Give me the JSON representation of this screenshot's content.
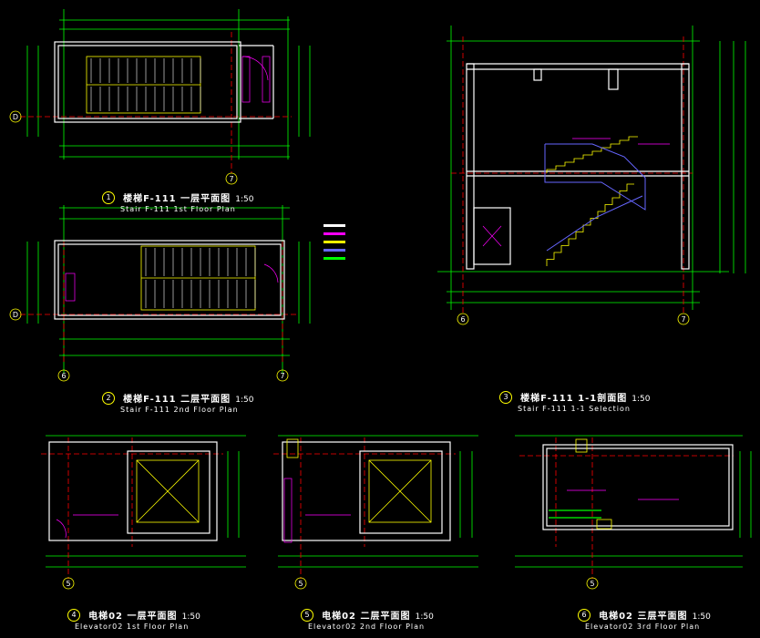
{
  "drawings": [
    {
      "id": "d1",
      "number": "1",
      "title_cn": "楼梯F-111 一层平面图",
      "title_en": "Stair F-111 1st Floor Plan",
      "scale": "1:50"
    },
    {
      "id": "d2",
      "number": "2",
      "title_cn": "楼梯F-111 二层平面图",
      "title_en": "Stair F-111 2nd Floor Plan",
      "scale": "1:50"
    },
    {
      "id": "d3",
      "number": "3",
      "title_cn": "楼梯F-111 1-1剖面图",
      "title_en": "Stair F-111 1-1 Selection",
      "scale": "1:50"
    },
    {
      "id": "d4",
      "number": "4",
      "title_cn": "电梯02 一层平面图",
      "title_en": "Elevator02 1st Floor Plan",
      "scale": "1:50"
    },
    {
      "id": "d5",
      "number": "5",
      "title_cn": "电梯02 二层平面图",
      "title_en": "Elevator02 2nd Floor Plan",
      "scale": "1:50"
    },
    {
      "id": "d6",
      "number": "6",
      "title_cn": "电梯02 三层平面图",
      "title_en": "Elevator02 3rd Floor Plan",
      "scale": "1:50"
    }
  ],
  "grid_labels": {
    "d1_left": "D",
    "d1_bottom": "7",
    "d2_left": "D",
    "d2_bottom_left": "6",
    "d2_bottom_right": "7",
    "d3_left": "6",
    "d3_right": "7",
    "d4": "5",
    "d5": "5",
    "d6": "5"
  },
  "colors": {
    "background": "#000000",
    "dimension": "#00ff00",
    "wall": "#ffffff",
    "axis": "#ff0000",
    "stair": "#ffff00",
    "annotation": "#ff00ff",
    "railing": "#6666ff",
    "elevator": "#ffffff",
    "orange": "#ff8800"
  }
}
